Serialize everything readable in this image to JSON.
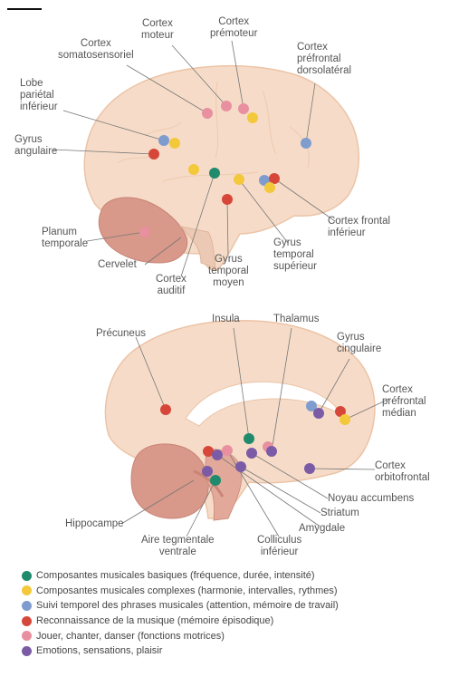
{
  "colors": {
    "basic": "#1f8b6c",
    "complex": "#f3c83a",
    "temporal": "#7f9ccf",
    "recognition": "#d6473a",
    "motor": "#e8909f",
    "emotion": "#7b5ba6",
    "brain_fill": "#f6dcc8",
    "brain_stroke": "#ecc3a6",
    "cerebellum": "#d8988a",
    "line": "#777777"
  },
  "lateral_labels": [
    {
      "id": "cortex-moteur",
      "text": "Cortex\nmoteur"
    },
    {
      "id": "cortex-premoteur",
      "text": "Cortex\nprémoteur"
    },
    {
      "id": "cortex-somatosensoriel",
      "text": "Cortex\nsomatosensoriel"
    },
    {
      "id": "cortex-prefrontal-dorsolateral",
      "text": "Cortex\npréfrontal\ndorsolatéral"
    },
    {
      "id": "lobe-parietal-inferieur",
      "text": "Lobe\npariétal\ninférieur"
    },
    {
      "id": "gyrus-angulaire",
      "text": "Gyrus\nangulaire"
    },
    {
      "id": "planum-temporale",
      "text": "Planum\ntemporale"
    },
    {
      "id": "cervelet",
      "text": "Cervelet"
    },
    {
      "id": "cortex-auditif",
      "text": "Cortex\nauditif"
    },
    {
      "id": "gyrus-temporal-moyen",
      "text": "Gyrus\ntemporal\nmoyen"
    },
    {
      "id": "gyrus-temporal-superieur",
      "text": "Gyrus\ntemporal\nsupérieur"
    },
    {
      "id": "cortex-frontal-inferieur",
      "text": "Cortex frontal\ninférieur"
    }
  ],
  "medial_labels": [
    {
      "id": "precuneus",
      "text": "Précuneus"
    },
    {
      "id": "insula",
      "text": "Insula"
    },
    {
      "id": "thalamus",
      "text": "Thalamus"
    },
    {
      "id": "gyrus-cingulaire",
      "text": "Gyrus\ncingulaire"
    },
    {
      "id": "cortex-prefrontal-median",
      "text": "Cortex\npréfrontal\nmédian"
    },
    {
      "id": "cortex-orbitofrontal",
      "text": "Cortex\norbitofrontal"
    },
    {
      "id": "noyau-accumbens",
      "text": "Noyau accumbens"
    },
    {
      "id": "striatum",
      "text": "Striatum"
    },
    {
      "id": "amygdale",
      "text": "Amygdale"
    },
    {
      "id": "colliculus-inferieur",
      "text": "Colliculus\ninférieur"
    },
    {
      "id": "aire-tegmentale-ventrale",
      "text": "Aire tegmentale\nventrale"
    },
    {
      "id": "hippocampe",
      "text": "Hippocampe"
    }
  ],
  "legend": [
    {
      "key": "basic",
      "text": "Composantes musicales basiques (fréquence, durée, intensité)"
    },
    {
      "key": "complex",
      "text": "Composantes musicales complexes (harmonie, intervalles, rythmes)"
    },
    {
      "key": "temporal",
      "text": "Suivi temporel des phrases musicales (attention, mémoire de travail)"
    },
    {
      "key": "recognition",
      "text": "Reconnaissance de la musique (mémoire épisodique)"
    },
    {
      "key": "motor",
      "text": "Jouer, chanter, danser (fonctions motrices)"
    },
    {
      "key": "emotion",
      "text": "Emotions, sensations, plaisir"
    }
  ]
}
